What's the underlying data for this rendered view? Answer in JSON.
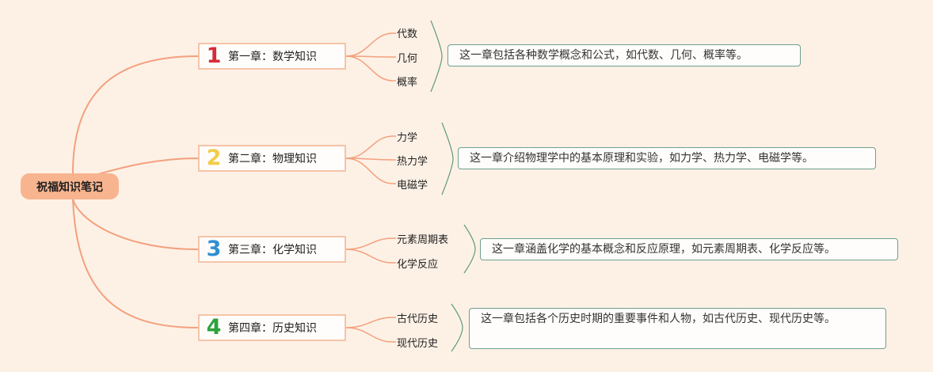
{
  "root": {
    "label": "祝福知识笔记"
  },
  "colors": {
    "background": "#fdf1e6",
    "root_fill": "#f8b48f",
    "connector": "#f4a07d",
    "bracket": "#5f9a7f",
    "num1": "#d42c39",
    "num2": "#f3cc4a",
    "num3": "#2f8fd4",
    "num4": "#2ea23c"
  },
  "chapters": [
    {
      "number": "1",
      "title": "第一章：数学知识",
      "topics": [
        "代数",
        "几何",
        "概率"
      ],
      "description": "这一章包括各种数学概念和公式，如代数、几何、概率等。"
    },
    {
      "number": "2",
      "title": "第二章：物理知识",
      "topics": [
        "力学",
        "热力学",
        "电磁学"
      ],
      "description": "这一章介绍物理学中的基本原理和实验，如力学、热力学、电磁学等。"
    },
    {
      "number": "3",
      "title": "第三章：化学知识",
      "topics": [
        "元素周期表",
        "化学反应"
      ],
      "description": "这一章涵盖化学的基本概念和反应原理，如元素周期表、化学反应等。"
    },
    {
      "number": "4",
      "title": "第四章：历史知识",
      "topics": [
        "古代历史",
        "现代历史"
      ],
      "description": "这一章包括各个历史时期的重要事件和人物，如古代历史、现代历史等。"
    }
  ]
}
